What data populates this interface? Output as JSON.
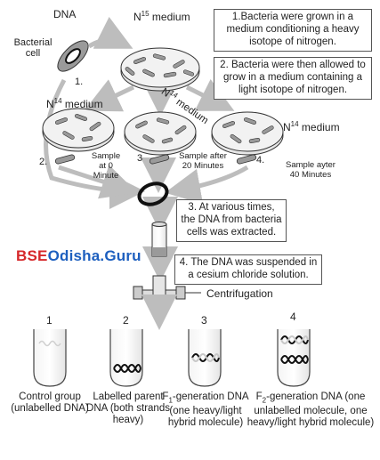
{
  "labels": {
    "dna": "DNA",
    "bacterial_cell": "Bacterial cell",
    "n15_medium": "N",
    "n15_sup": "15",
    "n15_suffix": " medium",
    "n14_left": "N",
    "n14_left_sup": "14",
    "n14_left_suffix": " medium",
    "n14_mid": "N",
    "n14_mid_sup": "14",
    "n14_mid_suffix": " medium",
    "n14_right": "N",
    "n14_right_sup": "14",
    "n14_right_suffix": " medium",
    "step1": "1.",
    "step2": "2.",
    "step3": "3",
    "step4": "4.",
    "sample0": "Sample at 0 Minute",
    "sample20": "Sample after 20 Minutes",
    "sample40": "Sample ayter 40 Minutes",
    "centrifugation": "Centrifugation"
  },
  "boxes": {
    "box1": "1.Bacteria were grown in a medium conditioning a heavy isotope of nitrogen.",
    "box2": "2. Bacteria were then allowed to grow in a medium containing a light isotope of nitrogen.",
    "box3": "3. At various times, the DNA from bacteria cells was extracted.",
    "box4": "4. The DNA was suspended in a cesium chloride solution."
  },
  "brand": {
    "part1": "BSE",
    "part2": "Odisha",
    "part3": ".Guru"
  },
  "tubes": [
    {
      "number": "1",
      "caption": "Control group (unlabelled DNA)"
    },
    {
      "number": "2",
      "caption": "Labelled parent DNA (both strands heavy)"
    },
    {
      "number": "3",
      "caption_pre": "F",
      "caption_sub": "1",
      "caption_post": "-generation DNA (one heavy/light hybrid molecule)"
    },
    {
      "number": "4",
      "caption_pre": "F",
      "caption_sub": "2",
      "caption_post": "-generation DNA (one unlabelled molecule, one heavy/light hybrid molecule)"
    }
  ],
  "colors": {
    "arrow": "#bdbdbd",
    "outline": "#333333",
    "dish": "#e6e6e6",
    "cell": "#9a9a9a"
  }
}
